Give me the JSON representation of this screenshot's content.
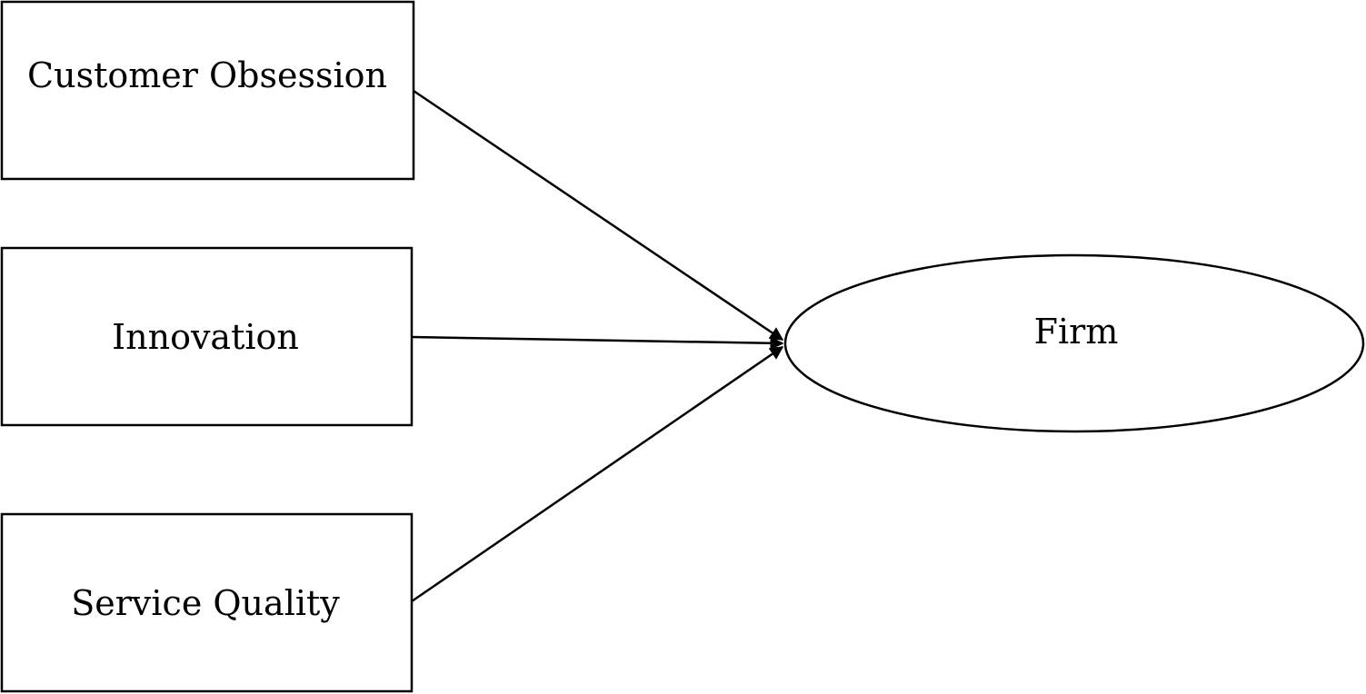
{
  "diagram": {
    "nodes": {
      "customer_obsession": {
        "label": "Customer Obsession",
        "shape": "rectangle"
      },
      "innovation": {
        "label": "Innovation",
        "shape": "rectangle"
      },
      "service_quality": {
        "label": "Service Quality",
        "shape": "rectangle"
      },
      "firm": {
        "label": "Firm",
        "shape": "ellipse"
      }
    },
    "edges": [
      {
        "from": "customer_obsession",
        "to": "firm",
        "arrow": "end"
      },
      {
        "from": "innovation",
        "to": "firm",
        "arrow": "end"
      },
      {
        "from": "service_quality",
        "to": "firm",
        "arrow": "end"
      }
    ],
    "colors": {
      "stroke": "#000000",
      "fill": "#ffffff",
      "text": "#000000"
    }
  }
}
